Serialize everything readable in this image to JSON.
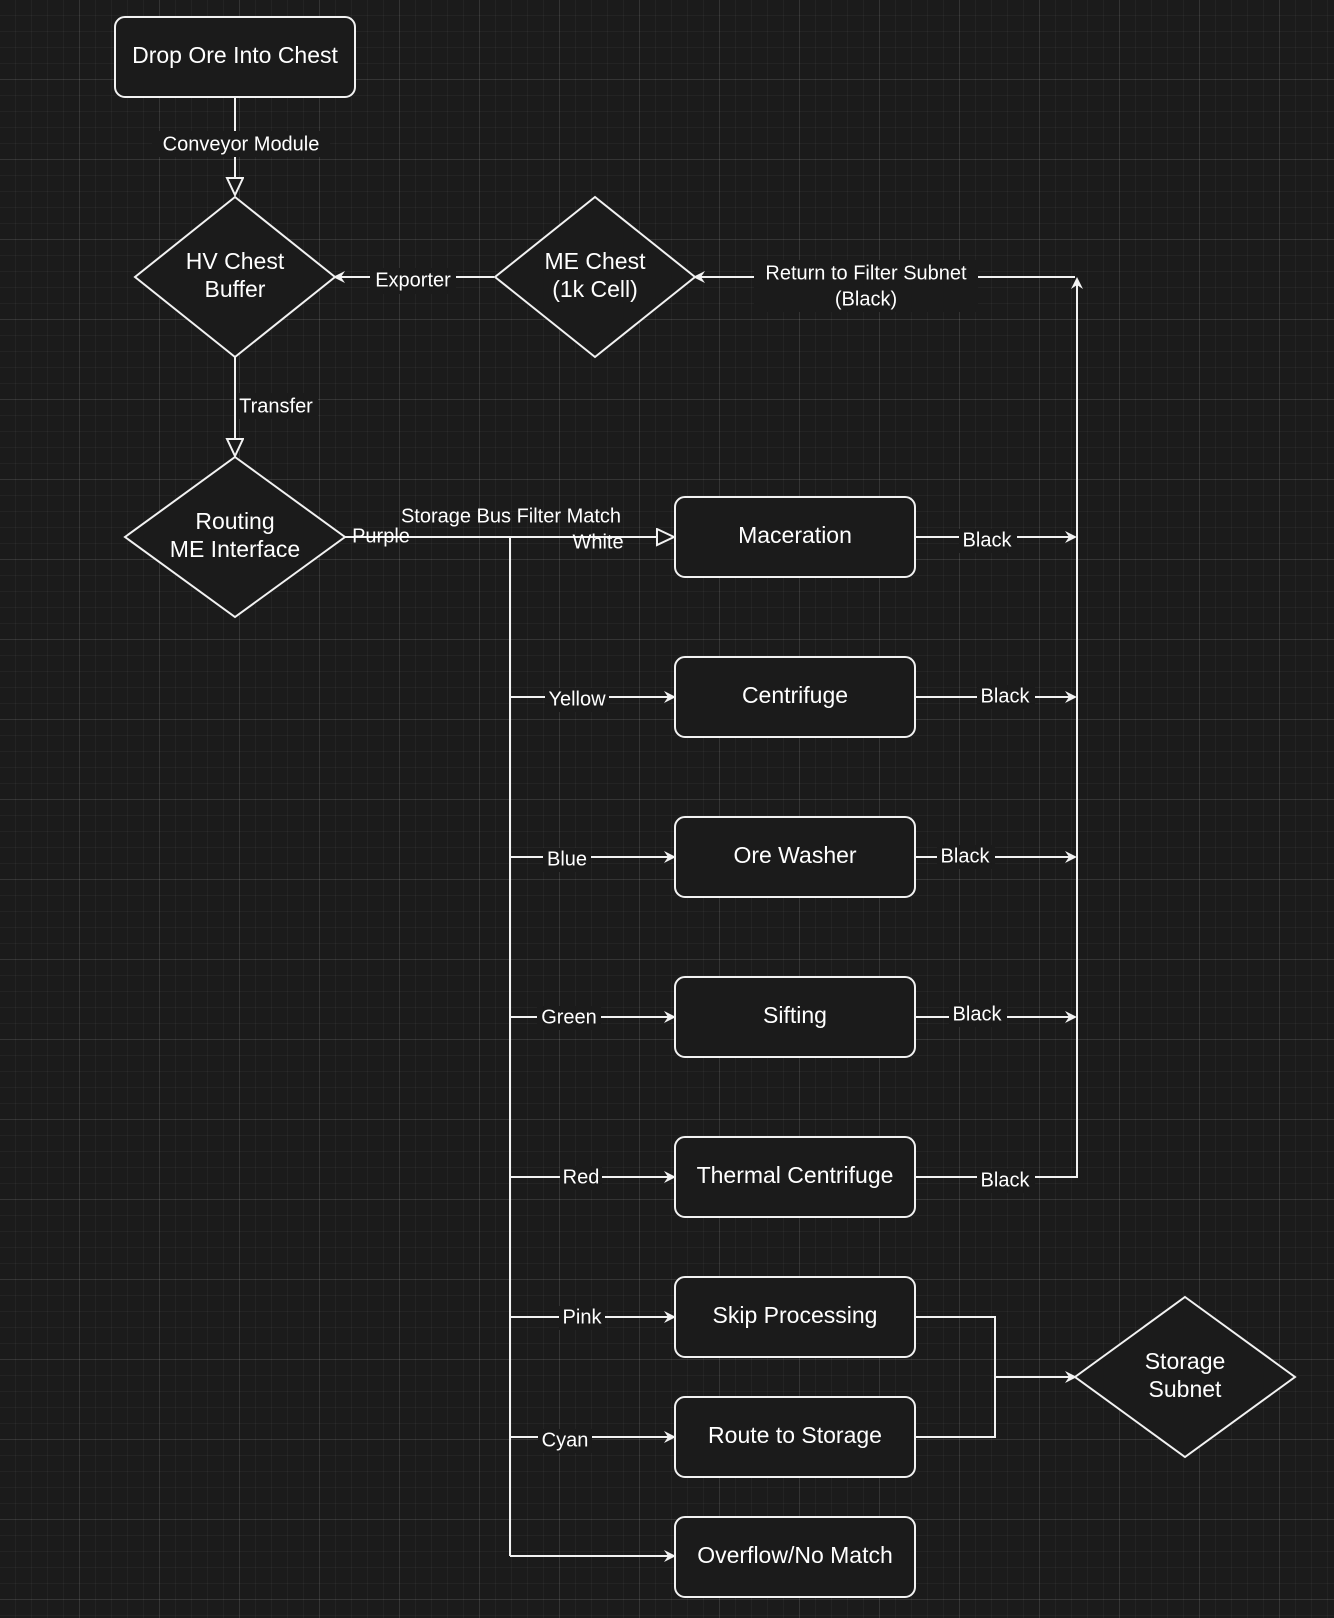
{
  "colors": {
    "background": "#1b1b1b",
    "stroke": "#f2f2f2",
    "text": "#ffffff"
  },
  "nodes": {
    "drop_ore": "Drop Ore Into Chest",
    "hv_chest": [
      "HV Chest",
      "Buffer"
    ],
    "me_chest": [
      "ME Chest",
      "(1k Cell)"
    ],
    "routing": [
      "Routing",
      "ME Interface"
    ],
    "maceration": "Maceration",
    "centrifuge": "Centrifuge",
    "ore_washer": "Ore Washer",
    "sifting": "Sifting",
    "thermal_centrifuge": "Thermal Centrifuge",
    "skip_processing": "Skip Processing",
    "route_to_storage": "Route to Storage",
    "overflow": "Overflow/No Match",
    "storage_subnet": [
      "Storage",
      "Subnet"
    ]
  },
  "edges": {
    "conveyor_module": "Conveyor Module",
    "exporter": "Exporter",
    "return_filter": [
      "Return to Filter Subnet",
      "(Black)"
    ],
    "transfer": "Transfer",
    "storage_bus_filter_match": "Storage Bus Filter Match",
    "purple": "Purple",
    "white": "White",
    "yellow": "Yellow",
    "blue": "Blue",
    "green": "Green",
    "red": "Red",
    "pink": "Pink",
    "cyan": "Cyan",
    "black": "Black"
  }
}
